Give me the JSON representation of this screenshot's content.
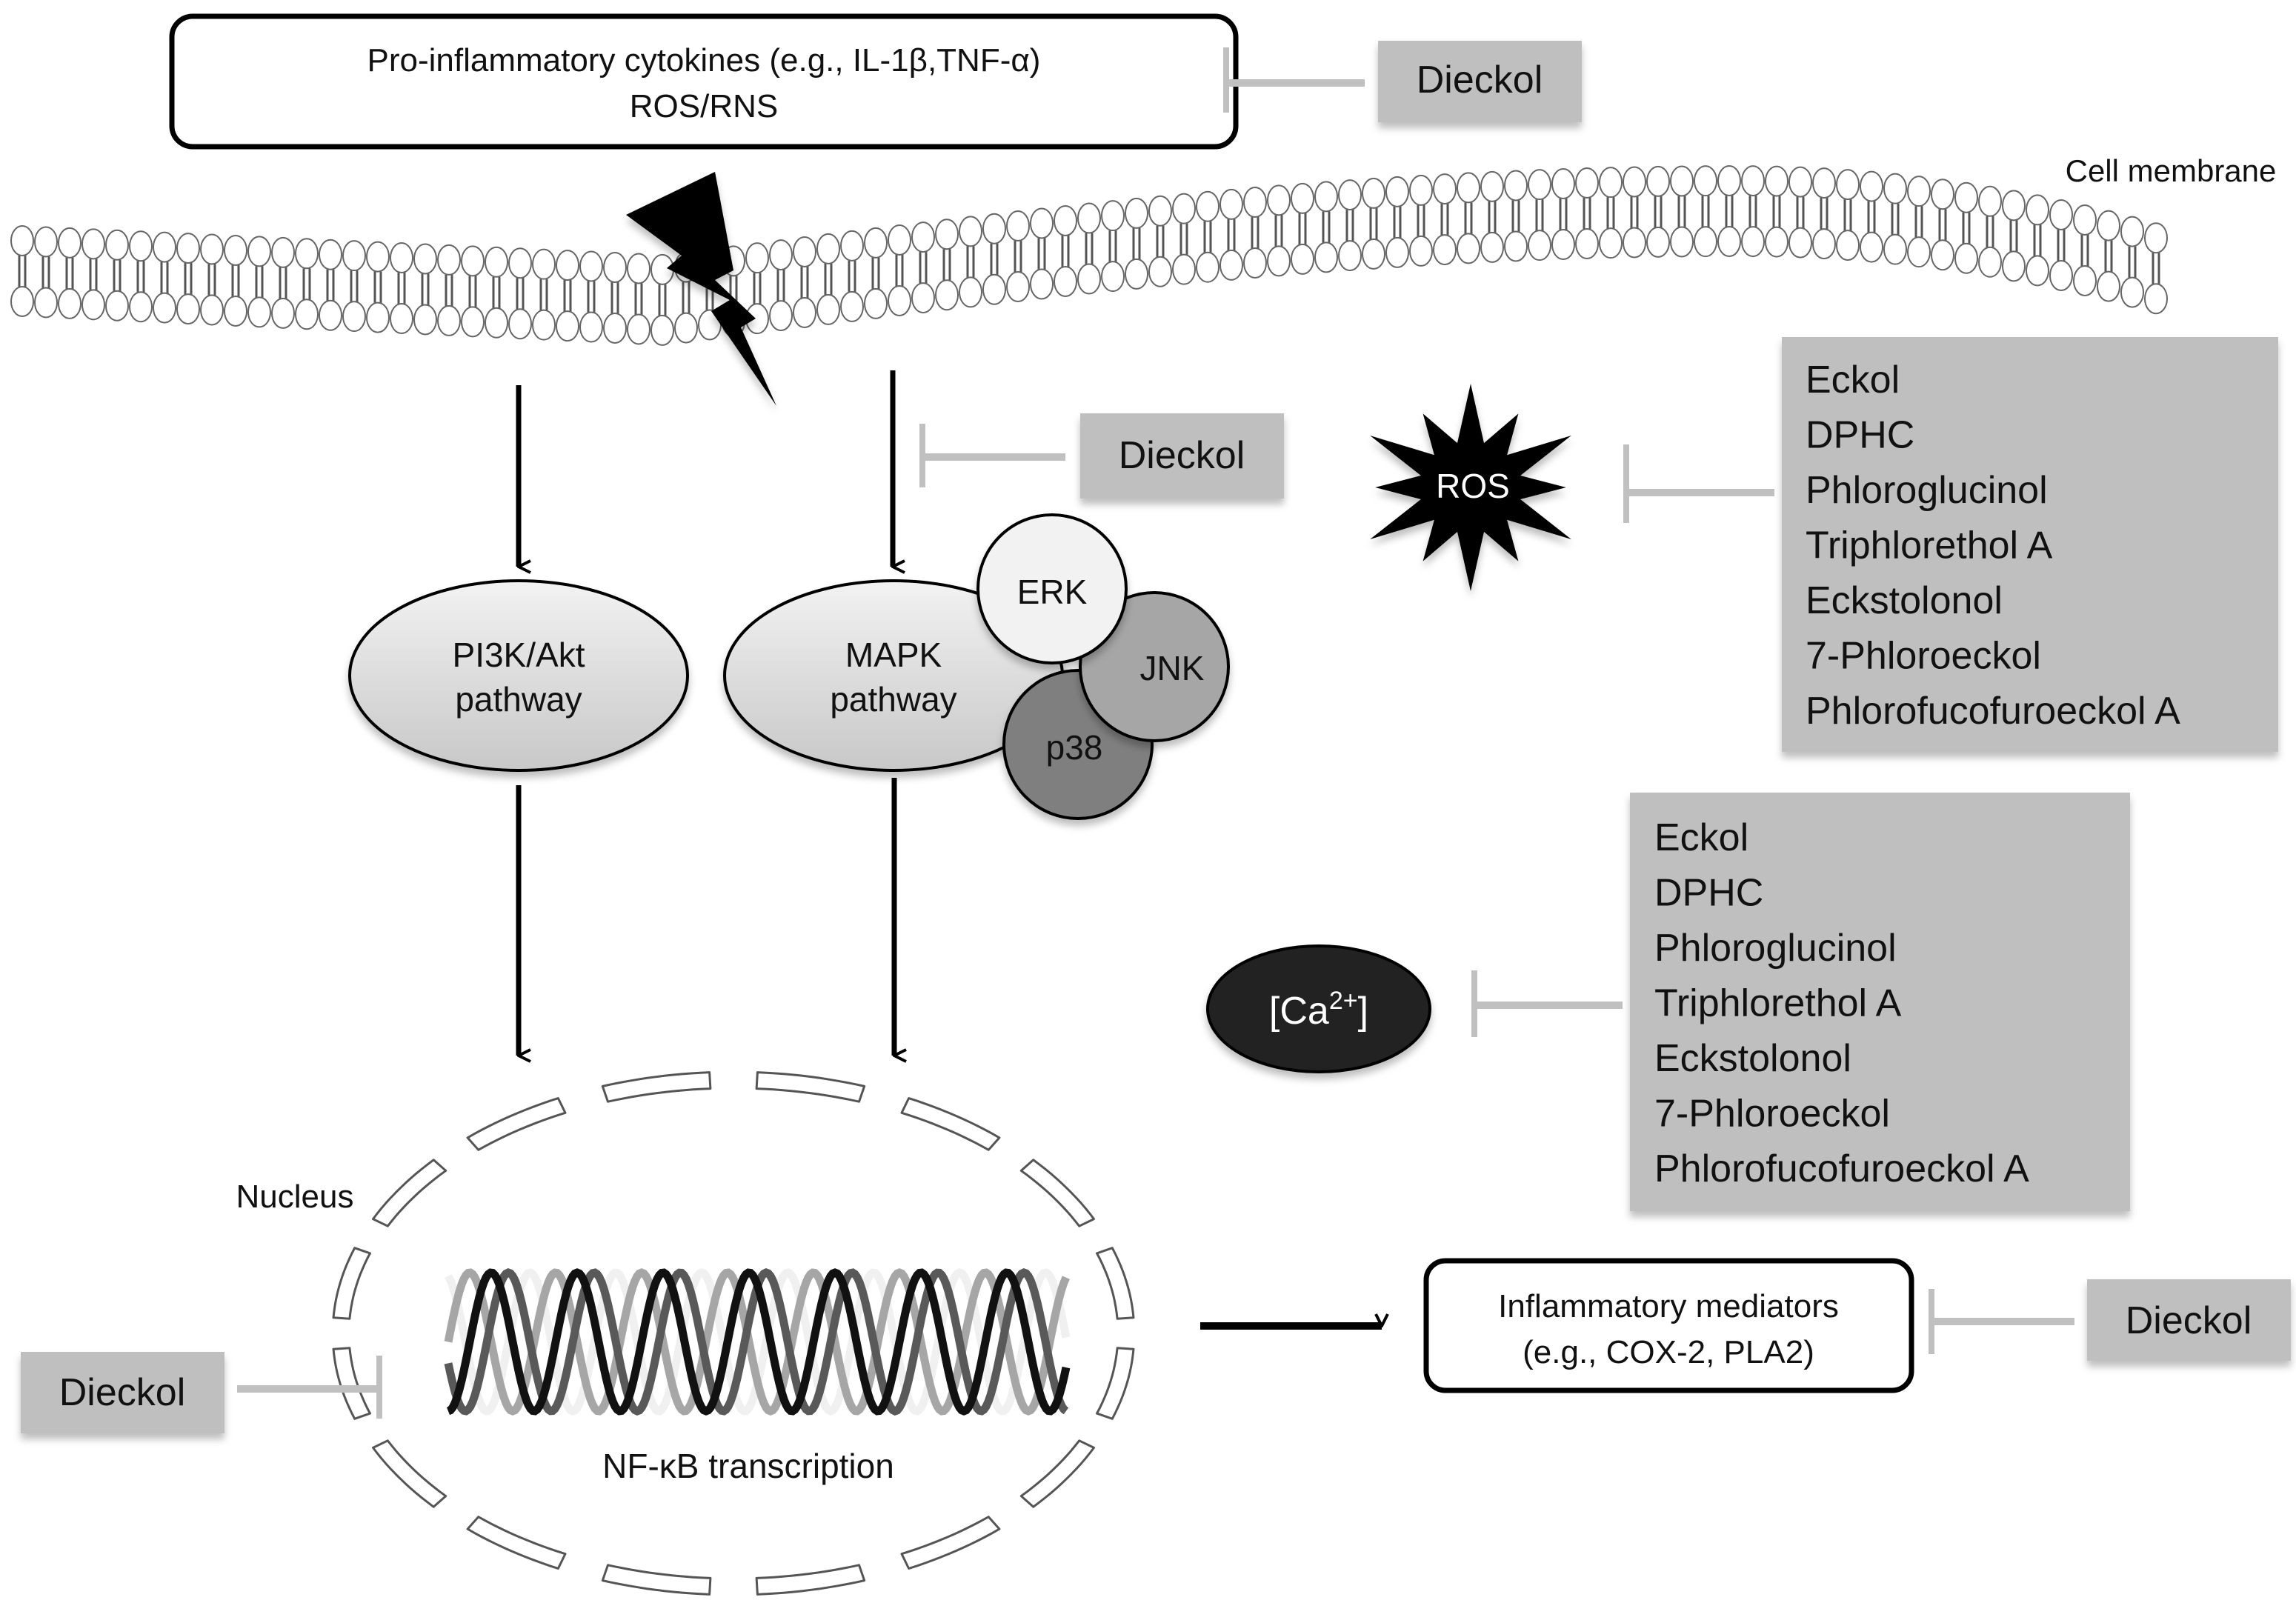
{
  "stimulus": {
    "line1": "Pro-inflammatory cytokines (e.g., IL-1β,TNF-α)",
    "line2": "ROS/RNS"
  },
  "membrane": {
    "label": "Cell membrane"
  },
  "inhibitors": {
    "stimulus": "Dieckol",
    "mapk": "Dieckol",
    "nucleus": "Dieckol",
    "mediators": "Dieckol"
  },
  "pathways": {
    "pi3k": {
      "line1": "PI3K/Akt",
      "line2": "pathway"
    },
    "mapk": {
      "line1": "MAPK",
      "line2": "pathway"
    },
    "erk": "ERK",
    "jnk": "JNK",
    "p38": "p38"
  },
  "ros": {
    "label": "ROS",
    "compounds": [
      "Eckol",
      "DPHC",
      "Phloroglucinol",
      "Triphlorethol A",
      "Eckstolonol",
      "7-Phloroeckol",
      "Phlorofucofuroeckol A"
    ]
  },
  "calcium": {
    "label_base": "[Ca",
    "label_sup": "2+",
    "label_end": "]",
    "compounds": [
      "Eckol",
      "DPHC",
      "Phloroglucinol",
      "Triphlorethol A",
      "Eckstolonol",
      "7-Phloroeckol",
      "Phlorofucofuroeckol A"
    ]
  },
  "nucleus": {
    "label": "Nucleus",
    "transcription": "NF-κB transcription"
  },
  "mediators": {
    "line1": "Inflammatory mediators",
    "line2": "(e.g., COX-2, PLA2)"
  },
  "colors": {
    "inhibitor_box": "#bfbfbf",
    "inhibitor_line": "#c0c0c0",
    "pathway_fill": "#d9d9d9",
    "erk_fill": "#f2f2f2",
    "jnk_fill": "#a6a6a6",
    "p38_fill": "#7f7f7f",
    "dark": "#222222"
  }
}
